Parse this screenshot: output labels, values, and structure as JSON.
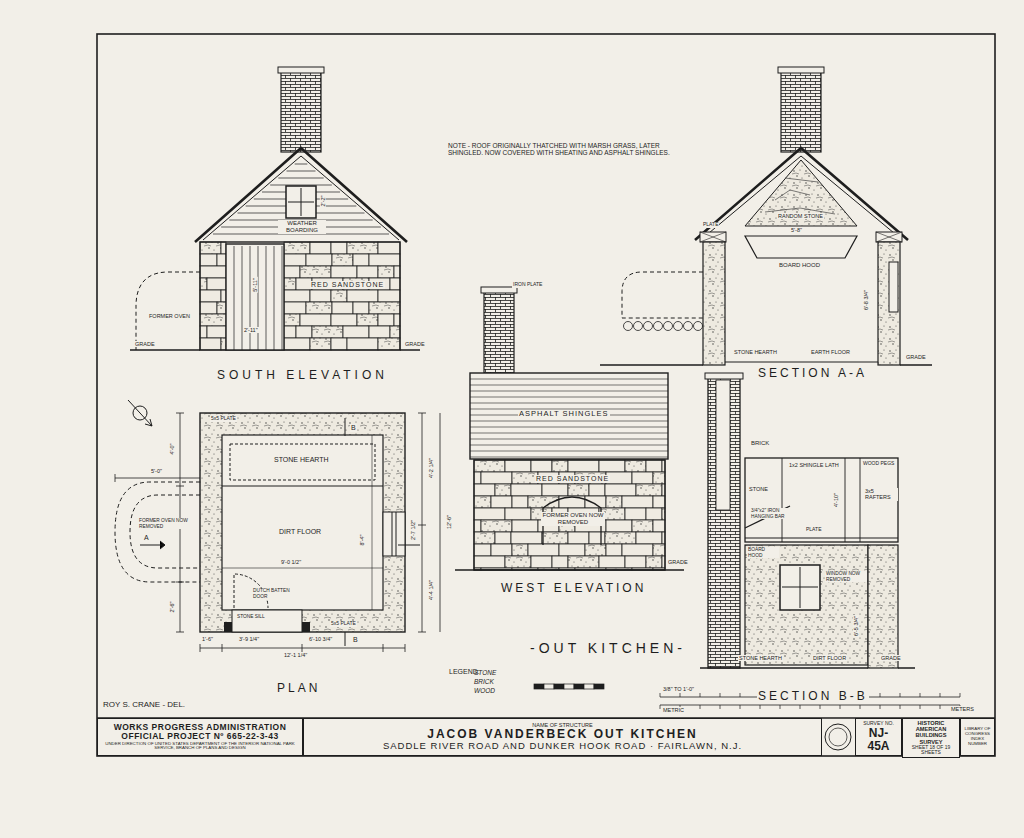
{
  "diagram": {
    "title": "-OUT KITCHEN-",
    "nodes": [
      {
        "text": [
          "WORKS PROGRESS ADMINISTRATION",
          "OFFICIAL PROJECT Nº 665-22-3-43",
          "UNDER DIRECTION OF UNITED STATES DEPARTMENT OF THE INTERIOR NATIONAL PARK SERVICE, BRANCH OF PLANS AND DESIGN"
        ]
      },
      {
        "text": [
          "NAME OF STRUCTURE",
          "JACOB VANDERBECK OUT KITCHEN",
          "SADDLE RIVER ROAD AND DUNKER HOOK ROAD · FAIRLAWN, N.J."
        ]
      },
      {
        "text": [
          "SURVEY NO.",
          "NJ-45A"
        ]
      },
      {
        "text": [
          "HISTORIC AMERICAN BUILDINGS SURVEY",
          "SHEET 18 OF 19 SHEETS"
        ]
      },
      {
        "text": [
          "LIBRARY OF CONGRESS INDEX NUMBER"
        ]
      }
    ],
    "edges": [],
    "labels": [
      "NOTE - ROOF ORIGINALLY THATCHED WITH MARSH GRASS, LATER SHINGLED. NOW COVERED WITH SHEATING AND ASPHALT SHINGLES.",
      "SOUTH ELEVATION",
      "WEATHER BOARDING",
      "RED SANDSTONE",
      "FORMER OVEN",
      "GRADE",
      "GRADE",
      "5'-11\"",
      "2'-11\"",
      "2'-2\"",
      "SECTION A-A",
      "RANDOM STONE",
      "PLATE",
      "5'-8\"",
      "BOARD HOOD",
      "6'-8 3/4\"",
      "STONE HEARTH",
      "EARTH FLOOR",
      "GRADE",
      "IRON PLATE",
      "ASPHALT SHINGLES",
      "RED SANDSTONE",
      "FORMER OVEN NOW REMOVED",
      "GRADE",
      "WEST ELEVATION",
      "PLAN",
      "A",
      "A",
      "B",
      "B",
      "5x5 PLATE",
      "5x5 PLATE",
      "STONE HEARTH",
      "DIRT FLOOR",
      "8'-4\"",
      "9'-0 1/2\"",
      "DUTCH BATTEN DOOR",
      "STONE SILL",
      "4'-0\"",
      "5'-0\"",
      "2'-6\"",
      "1'-6\"",
      "3'-9 1/4\"",
      "6'-10 3/4\"",
      "12'-1 1/4\"",
      "4'-2 1/4\"",
      "4'-4 1/4\"",
      "FORMER OVEN NOW REMOVED",
      "2'-7 1/2\"",
      "12'-6\"",
      "SECTION B-B",
      "BRICK",
      "STONE",
      "1x2 SHINGLE LATH",
      "3x5 RAFTERS",
      "WOOD PEGS",
      "3/4\"x2\" IRON HANGING BAR",
      "4'-10\"",
      "BOARD HOOD",
      "PLATE",
      "WINDOW NOW REMOVED",
      "6'-5 3/4\"",
      "STONE HEARTH",
      "DIRT FLOOR",
      "GRADE",
      "LEGEND:",
      "3/8\" TO 1'-0\"",
      "METRIC",
      "METERS",
      "ROY S. CRANE - DEL."
    ],
    "legend": [
      {
        "text": "STONE"
      },
      {
        "text": "BRICK"
      },
      {
        "text": "WOOD"
      }
    ]
  }
}
